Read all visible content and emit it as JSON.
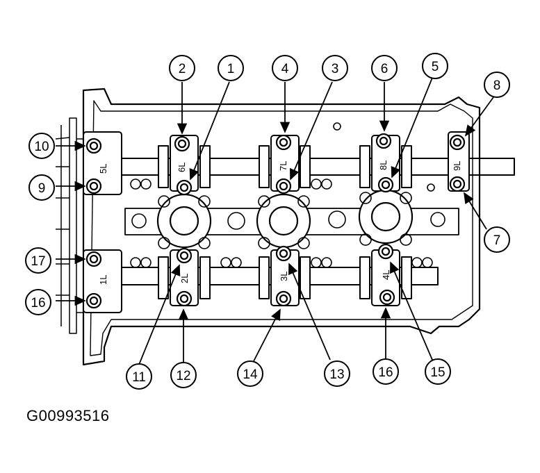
{
  "figure_id": "G00993516",
  "callouts": [
    "1",
    "2",
    "3",
    "4",
    "5",
    "6",
    "7",
    "8",
    "9",
    "10",
    "11",
    "12",
    "13",
    "14",
    "15",
    "16",
    "16",
    "17"
  ],
  "cap_labels": [
    "1L",
    "2L",
    "3L",
    "4L",
    "5L",
    "6L",
    "7L",
    "8L",
    "9L"
  ],
  "colors": {
    "line": "#000000",
    "background": "#ffffff"
  }
}
